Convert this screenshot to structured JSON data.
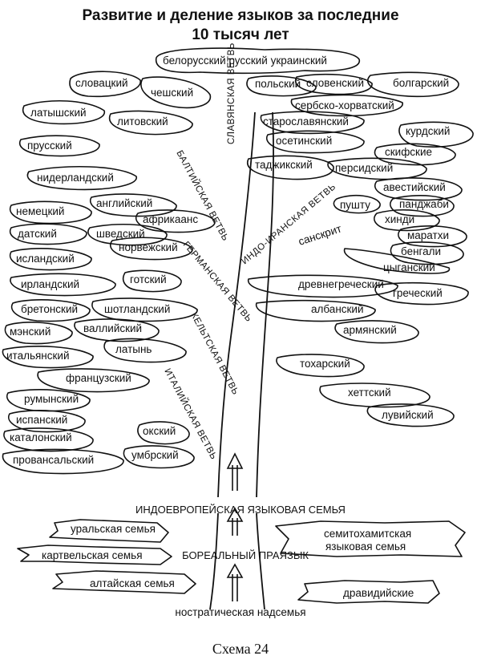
{
  "title_line1": "Развитие и деление языков за последние",
  "title_line2": "10 тысяч лет",
  "caption": "Схема 24",
  "branches": {
    "slavic": "СЛАВЯНСКАЯ ВЕТВЬ",
    "baltic": "БАЛТИЙСКАЯ ВЕТВЬ",
    "germanic": "ГЕРМАНСКАЯ ВЕТВЬ",
    "celtic": "КЕЛЬТСКАЯ ВЕТВЬ",
    "italic": "ИТАЛИЙСКАЯ ВЕТВЬ",
    "indo_iranian": "ИНДО-ИРАНСКАЯ ВЕТВЬ"
  },
  "languages": {
    "belarusian_russian_ukrainian": "белорусский русский украинский",
    "slovak": "словацкий",
    "czech": "чешский",
    "polish": "польский",
    "slovene": "словенский",
    "bulgarian": "болгарский",
    "serbo_croatian": "сербско-хорватский",
    "old_slavonic": "старославянский",
    "latvian": "латышский",
    "lithuanian": "литовский",
    "prussian": "прусский",
    "ossetian": "осетинский",
    "kurdish": "курдский",
    "scythian": "скифские",
    "tajik": "таджикский",
    "persian": "персидский",
    "avestan": "авестийский",
    "pashto": "пушту",
    "punjabi": "панджаби",
    "hindi": "хинди",
    "marathi": "маратхи",
    "bengali": "бенгали",
    "sanskrit": "санскрит",
    "gypsy": "цыганский",
    "dutch": "нидерландский",
    "german": "немецкий",
    "english": "английский",
    "afrikaans": "африкаанс",
    "danish": "датский",
    "swedish": "шведский",
    "norwegian": "норвежский",
    "icelandic": "исландский",
    "irish": "ирландский",
    "gothic": "готский",
    "ancient_greek": "древнегреческий",
    "greek": "греческий",
    "breton": "бретонский",
    "scottish": "шотландский",
    "albanian": "албанский",
    "manx": "мэнский",
    "welsh": "валлийский",
    "armenian": "армянский",
    "italian": "итальянский",
    "latin": "латынь",
    "tocharian": "тохарский",
    "french": "французский",
    "romanian": "румынский",
    "hittite": "хеттский",
    "luwian": "лувийский",
    "spanish": "испанский",
    "catalan": "каталонский",
    "oscan": "окский",
    "provencal": "провансальский",
    "umbrian": "умбрский"
  },
  "families": {
    "indo_european": "ИНДОЕВРОПЕЙСКАЯ ЯЗЫКОВАЯ СЕМЬЯ",
    "uralic": "уральская семья",
    "kartvelian": "картвельская семья",
    "altaic": "алтайская семья",
    "boreal": "БОРЕАЛЬНЫЙ ПРАЯЗЫК",
    "semito_hamitic_1": "семитохамитская",
    "semito_hamitic_2": "языковая семья",
    "dravidian": "дравидийские",
    "nostratic": "ностратическая надсемья"
  }
}
